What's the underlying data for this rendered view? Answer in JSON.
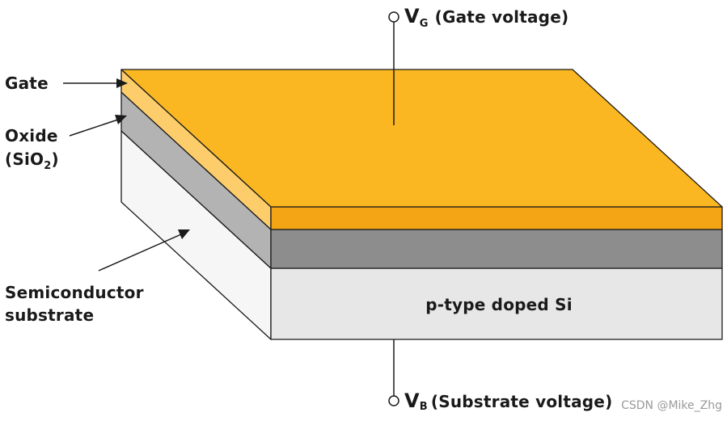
{
  "labels": {
    "gate": "Gate",
    "oxide_line1": "Oxide",
    "oxide_line2_pre": "(SiO",
    "oxide_line2_sub": "2",
    "oxide_line2_post": ")",
    "substrate_line1": "Semiconductor",
    "substrate_line2": "substrate",
    "doped": "p-type doped Si",
    "vg_symbol": "V",
    "vg_sub": "G",
    "vg_desc": "(Gate voltage)",
    "vb_symbol": "V",
    "vb_sub": "B",
    "vb_desc": "(Substrate voltage)",
    "watermark": "CSDN @Mike_Zhg"
  },
  "colors": {
    "gate_top": "#fbb722",
    "gate_front": "#f3a515",
    "gate_side": "#fdcd6c",
    "oxide_front": "#8d8d8d",
    "oxide_side": "#b3b3b3",
    "substrate_front": "#e8e7e8",
    "substrate_side": "#f6f6f6",
    "outline": "#1a1a1a"
  }
}
